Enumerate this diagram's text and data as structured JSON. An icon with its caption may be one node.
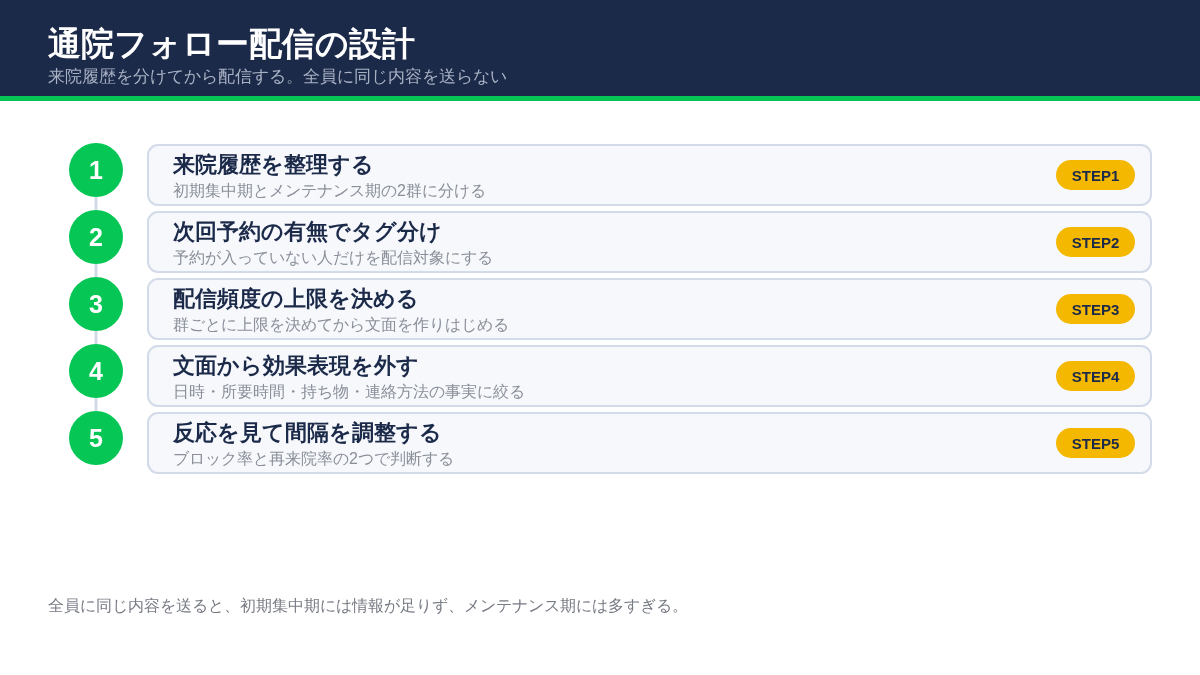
{
  "diagram": {
    "title": "通院フォロー配信の設計",
    "nodes": [
      {
        "text": [
          "1"
        ]
      },
      {
        "text": [
          "来院履歴を整理する",
          "初期集中期とメンテナンス期の2群に分ける"
        ]
      },
      {
        "text": [
          "STEP1"
        ],
        "in": 1
      },
      {
        "text": [
          "2"
        ]
      },
      {
        "text": [
          "次回予約の有無でタグ分け",
          "予約が入っていない人だけを配信対象にする"
        ]
      },
      {
        "text": [
          "STEP2"
        ],
        "in": 4
      },
      {
        "text": [
          "3"
        ]
      },
      {
        "text": [
          "配信頻度の上限を決める",
          "群ごとに上限を決めてから文面を作りはじめる"
        ]
      },
      {
        "text": [
          "STEP3"
        ],
        "in": 7
      },
      {
        "text": [
          "4"
        ]
      },
      {
        "text": [
          "文面から効果表現を外す",
          "日時・所要時間・持ち物・連絡方法の事実に絞る"
        ]
      },
      {
        "text": [
          "STEP4"
        ],
        "in": 10
      },
      {
        "text": [
          "5"
        ]
      },
      {
        "text": [
          "反応を見て間隔を調整する",
          "ブロック率と再来院率の2つで判断する"
        ]
      },
      {
        "text": [
          "STEP5"
        ],
        "in": 13
      }
    ],
    "edges": [
      {
        "from": 0,
        "to": 3,
        "arrow": "none"
      },
      {
        "from": 3,
        "to": 6,
        "arrow": "none"
      },
      {
        "from": 6,
        "to": 9,
        "arrow": "none"
      },
      {
        "from": 9,
        "to": 12,
        "arrow": "none"
      }
    ],
    "labels": [
      "来院履歴を分けてから配信する。全員に同じ内容を送らない",
      "全員に同じ内容を送ると、初期集中期には情報が足りず、メンテナンス期には多すぎる。"
    ]
  }
}
